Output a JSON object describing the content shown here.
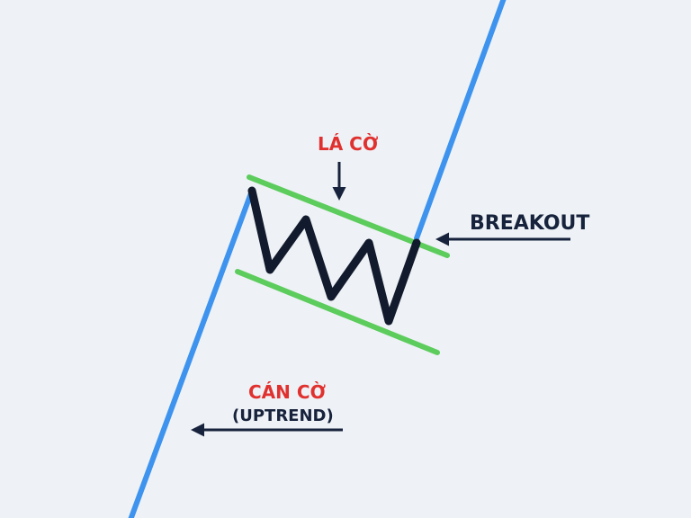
{
  "labels": {
    "flag": "LÁ CỜ",
    "breakout": "BREAKOUT",
    "flagpole": "CÁN CỜ",
    "flagpole_sub": "(UPTREND)"
  },
  "colors": {
    "background": "#eef2f6",
    "trend_line": "#3d93ee",
    "channel_lines": "#5ccc5c",
    "price_zigzag": "#121b2d",
    "accent_label": "#e0312f",
    "dark_label": "#17233c"
  }
}
